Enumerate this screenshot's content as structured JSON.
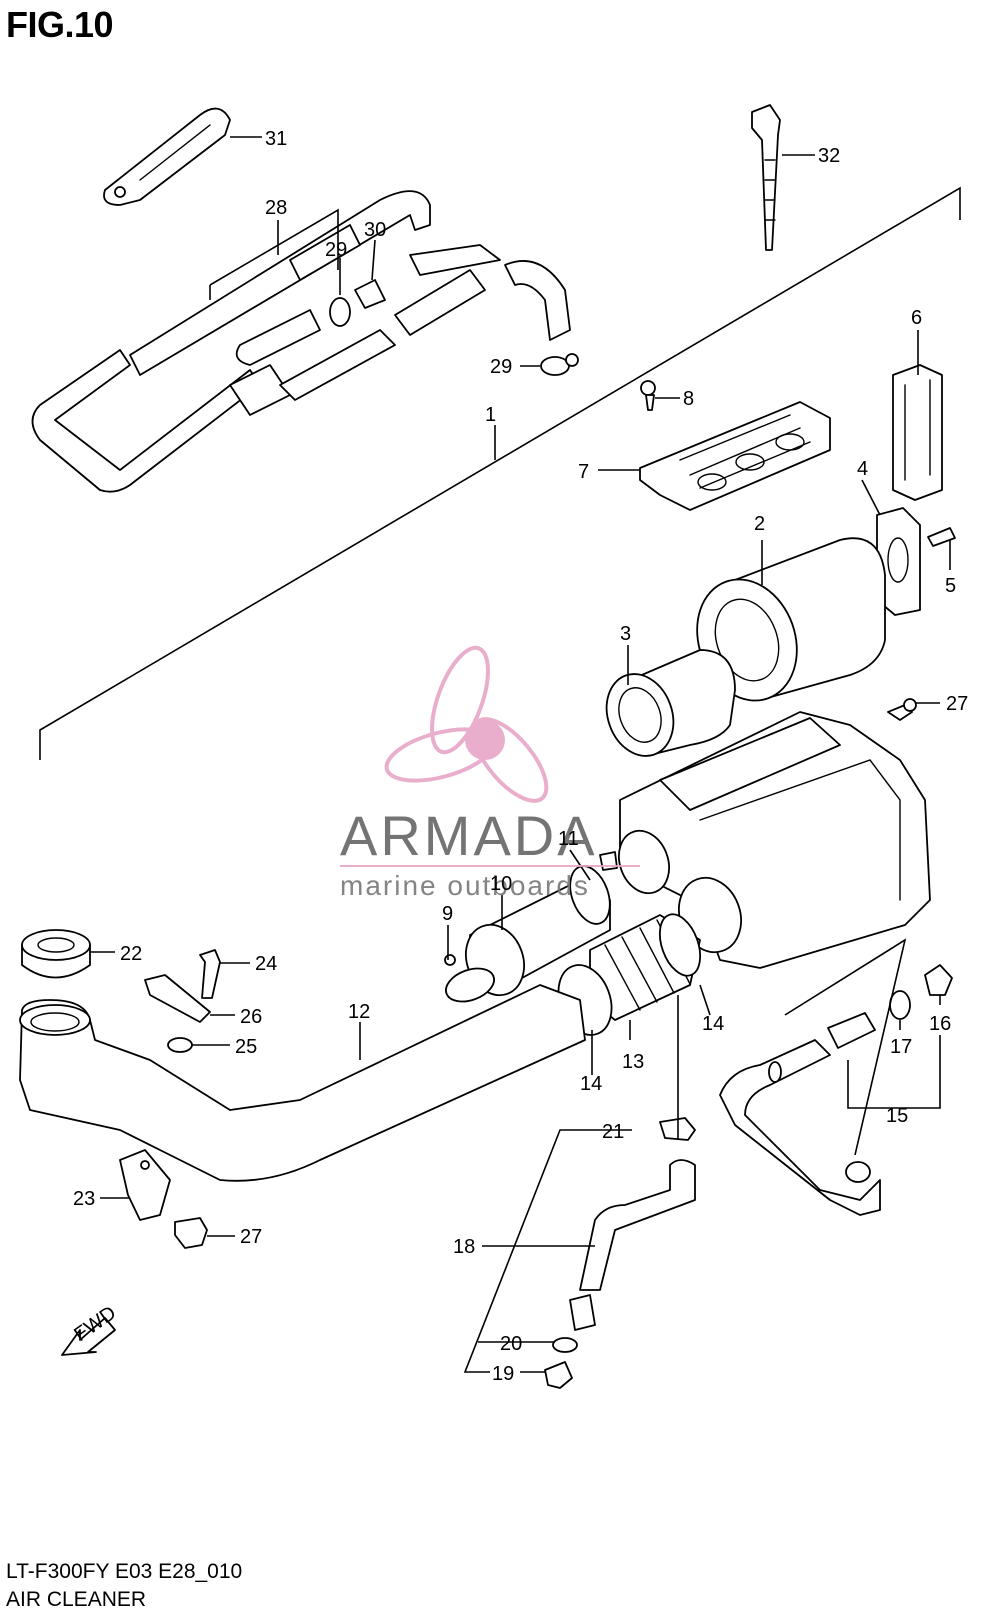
{
  "figure": {
    "title": "FIG.10",
    "code": "LT-F300FY E03 E28_010",
    "name": "AIR CLEANER"
  },
  "watermark": {
    "brand": "ARMADA",
    "tagline": "marine outboards",
    "color": "#e8a6c8",
    "text_color": "#555555"
  },
  "fwd_label": "FWD",
  "callouts": [
    {
      "id": "c1",
      "label": "1"
    },
    {
      "id": "c2",
      "label": "2"
    },
    {
      "id": "c3",
      "label": "3"
    },
    {
      "id": "c4",
      "label": "4"
    },
    {
      "id": "c5",
      "label": "5"
    },
    {
      "id": "c6",
      "label": "6"
    },
    {
      "id": "c7",
      "label": "7"
    },
    {
      "id": "c8",
      "label": "8"
    },
    {
      "id": "c9",
      "label": "9"
    },
    {
      "id": "c10",
      "label": "10"
    },
    {
      "id": "c11",
      "label": "11"
    },
    {
      "id": "c12",
      "label": "12"
    },
    {
      "id": "c13",
      "label": "13"
    },
    {
      "id": "c14a",
      "label": "14"
    },
    {
      "id": "c14b",
      "label": "14"
    },
    {
      "id": "c15",
      "label": "15"
    },
    {
      "id": "c16",
      "label": "16"
    },
    {
      "id": "c17",
      "label": "17"
    },
    {
      "id": "c18",
      "label": "18"
    },
    {
      "id": "c19",
      "label": "19"
    },
    {
      "id": "c20",
      "label": "20"
    },
    {
      "id": "c21",
      "label": "21"
    },
    {
      "id": "c22",
      "label": "22"
    },
    {
      "id": "c23",
      "label": "23"
    },
    {
      "id": "c24",
      "label": "24"
    },
    {
      "id": "c25",
      "label": "25"
    },
    {
      "id": "c26",
      "label": "26"
    },
    {
      "id": "c27a",
      "label": "27"
    },
    {
      "id": "c27b",
      "label": "27"
    },
    {
      "id": "c28",
      "label": "28"
    },
    {
      "id": "c29a",
      "label": "29"
    },
    {
      "id": "c29b",
      "label": "29"
    },
    {
      "id": "c30",
      "label": "30"
    },
    {
      "id": "c31",
      "label": "31"
    },
    {
      "id": "c32",
      "label": "32"
    }
  ]
}
